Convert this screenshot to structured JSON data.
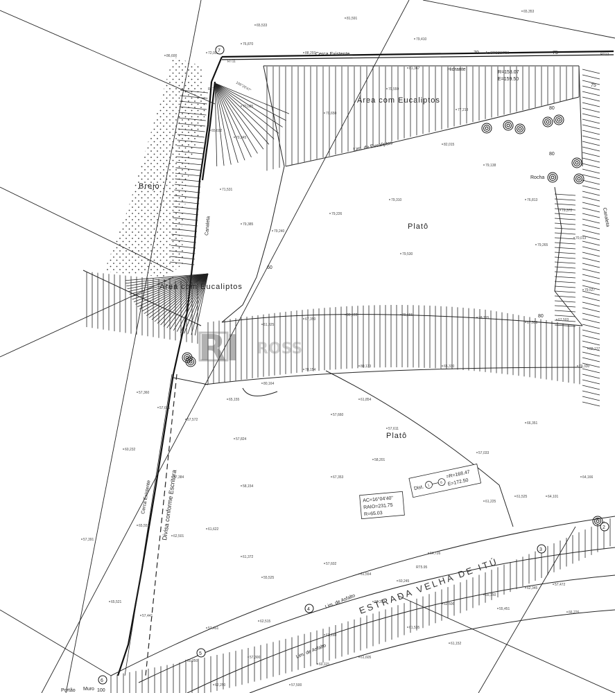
{
  "labels": {
    "area_eucaliptos_top": "Área com Eucaliptos",
    "area_eucaliptos_left": "Área com Eucaliptos",
    "brejo": "Brejo",
    "plato_upper": "Platô",
    "plato_lower": "Platô",
    "cerca_existente_top": "Cerca Existente",
    "lim_eucaliptos": "Lim. de Eucaliptos",
    "rocha": "Rocha",
    "canaleta_left": "Canaleta",
    "canaleta_right": "Canaleta",
    "divisa": "Divisa conforme Escritura",
    "cerca_existente_left": "Cerca Existente",
    "estrada": "ESTRADA VELHA DE ITÚ",
    "lim_asfalto_1": "Lim. de Asfalto",
    "lim_asfalto_2": "Lim. de Asfalto",
    "portao": "Portão",
    "muro": "Muro",
    "hidrante": "Hidrante"
  },
  "curve_top": {
    "r": "R=153.07",
    "e": "E=159.50"
  },
  "angle_top": "Az 87°31'37\"06",
  "angle_left": "106°20'47\"",
  "curve_box": {
    "ac": "AC=16°04'40\"",
    "raio": "RAIO=231.75",
    "r": "R=65.03"
  },
  "dist_box": {
    "dist": "Dist.",
    "p1": "1",
    "p6": "6",
    "r": "=R=168.47",
    "e": "E=172.50"
  },
  "markers": {
    "m2": "2",
    "m3": "3",
    "m4": "4",
    "m5": "5",
    "m6": "6",
    "m7": "7"
  },
  "rt": {
    "rt10": "RT10",
    "rt11": "RT11",
    "rt12": "RT12",
    "rt95": "RT5.95"
  },
  "contours": {
    "c70": "70",
    "c75": "75",
    "c80a": "80",
    "c80b": "80",
    "c80c": "80",
    "c75b": "75",
    "c100": "100",
    "c60": "60"
  },
  "watermark": {
    "logo": "RI",
    "text": "ROSS"
  },
  "spot_elevations": [
    "65,533",
    "81,591",
    "65,353",
    "79,410",
    "88,293",
    "76,870",
    "72,000",
    "86,600",
    "81,367",
    "79,559",
    "79,650",
    "70,025",
    "65,032",
    "70,345",
    "71,531",
    "79,385",
    "79,240",
    "79,226",
    "79,310",
    "79,530",
    "77,213",
    "82,015",
    "79,138",
    "76,813",
    "79,265",
    "79,372",
    "70,013",
    "79,527",
    "82,127",
    "79,330",
    "61,325",
    "67,350",
    "80,122",
    "79,555",
    "78,315",
    "67,559",
    "67,503",
    "78,154",
    "80,133",
    "65,330",
    "80,164",
    "65,155",
    "57,572",
    "57,824",
    "61,854",
    "57,660",
    "58,201",
    "57,611",
    "57,033",
    "66,351",
    "57,360",
    "57,601",
    "60,232",
    "57,384",
    "58,154",
    "67,353",
    "61,225",
    "61,525",
    "64,101",
    "64,166",
    "57,391",
    "65,551",
    "62,501",
    "61,622",
    "61,372",
    "55,525",
    "57,602",
    "61,554",
    "60,245",
    "64,726",
    "65,521",
    "57,441",
    "57,451",
    "62,515",
    "61,160",
    "61,605",
    "61,535",
    "62,506",
    "65,150",
    "62,345",
    "66,226",
    "65,350",
    "62,250",
    "57,300",
    "57,500",
    "60,115",
    "62,203",
    "61,152",
    "55,451",
    "57,472"
  ]
}
